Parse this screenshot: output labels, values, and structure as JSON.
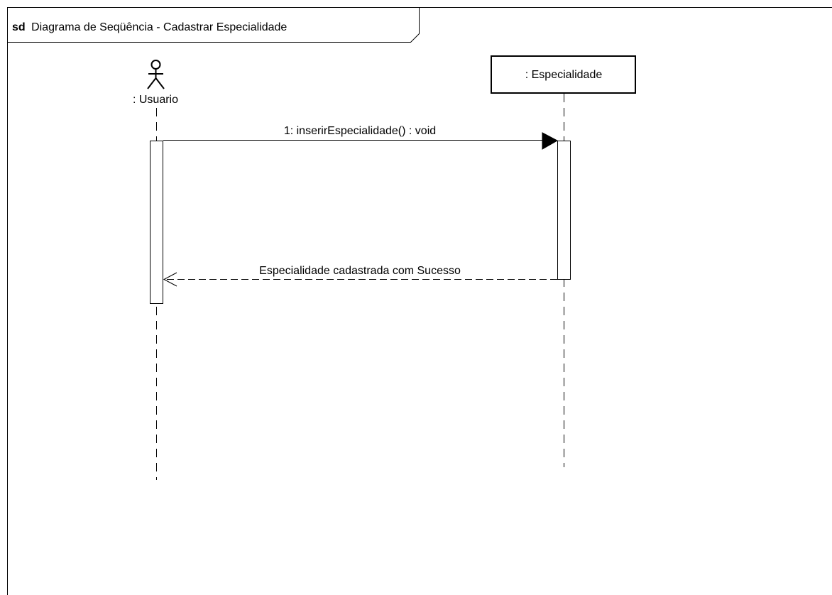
{
  "frame": {
    "keyword": "sd",
    "title": "Diagrama de Seqüência - Cadastrar Especialidade"
  },
  "lifelines": {
    "actor": {
      "label": ": Usuario"
    },
    "object": {
      "label": ": Especialidade"
    }
  },
  "messages": {
    "call": {
      "label": "1: inserirEspecialidade() : void"
    },
    "reply": {
      "label": "Especialidade cadastrada com Sucesso"
    }
  }
}
